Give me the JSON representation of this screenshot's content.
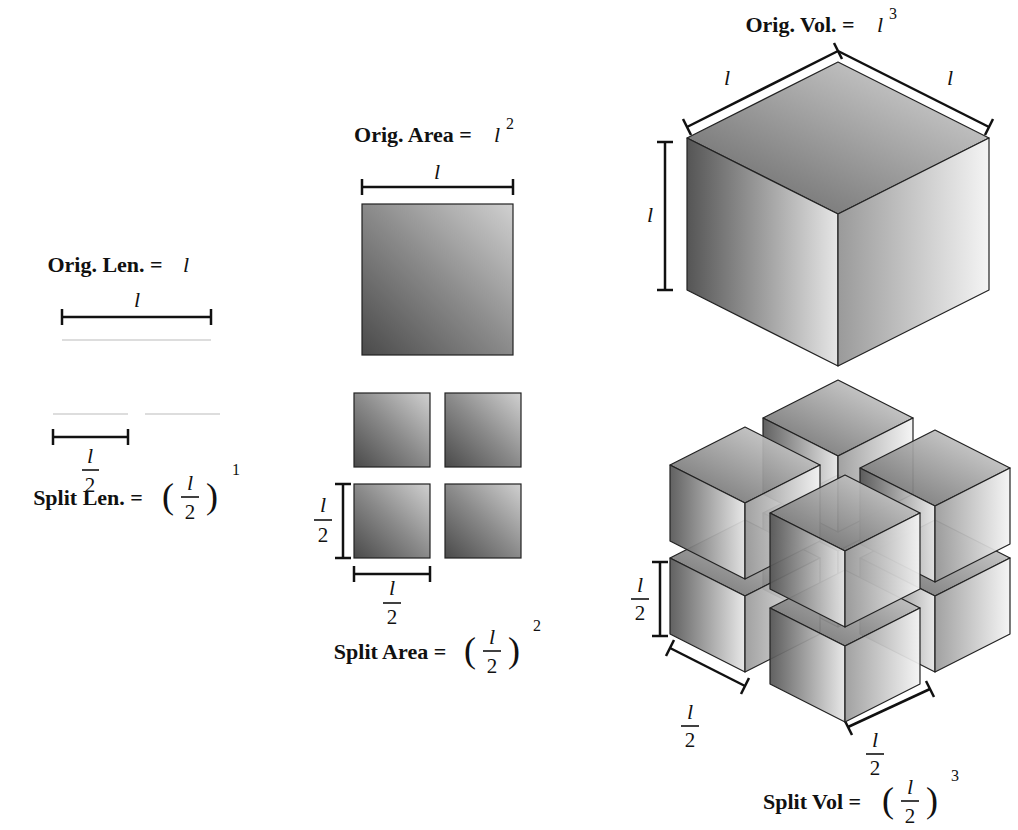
{
  "diagram": {
    "labels": [
      "Orig. Len. =",
      "l",
      "l",
      "l",
      "2",
      "Split Len. =",
      "(",
      "l",
      "2",
      ")",
      "1",
      "Orig. Area =",
      "l",
      "2",
      "l",
      "l",
      "2",
      "l",
      "2",
      "Split Area =",
      "(",
      "l",
      "2",
      ")",
      "2",
      "Orig. Vol. =",
      "l",
      "3",
      "l",
      "l",
      "l",
      "l",
      "2",
      "l",
      "2",
      "l",
      "2",
      "Split Vol =",
      "(",
      "l",
      "2",
      ")",
      "3"
    ]
  }
}
